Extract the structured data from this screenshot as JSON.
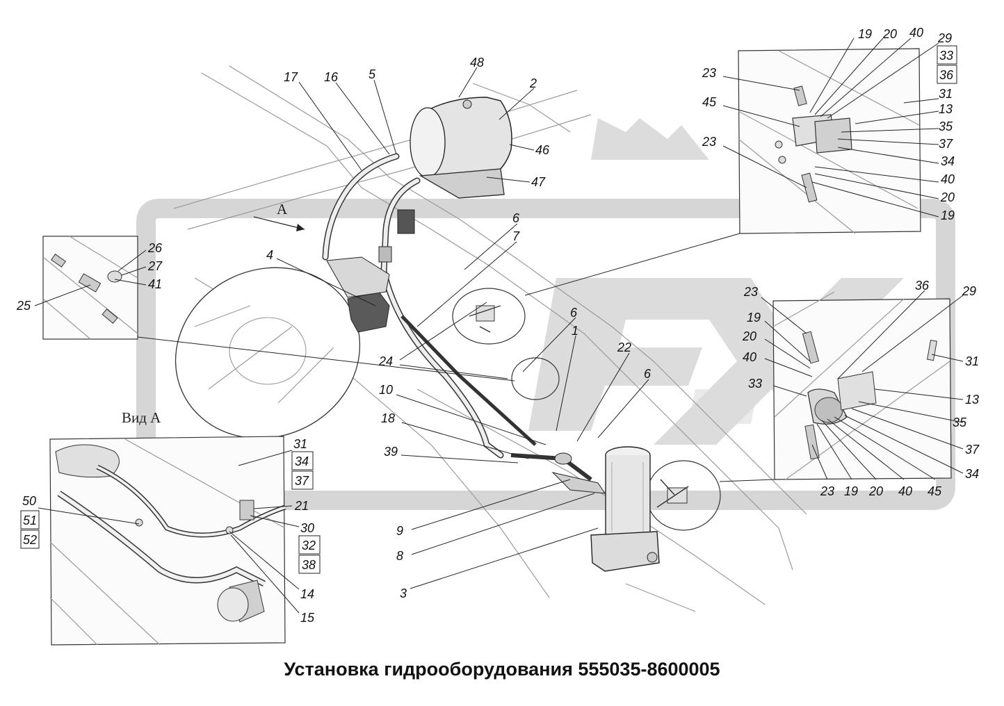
{
  "title": "Установка гидрооборудования 555035-8600005",
  "view_arrow_label": "А",
  "view_caption": "Вид А",
  "colors": {
    "watermark": "#d9d9d9",
    "line": "#222222",
    "part_fill": "#e8e8e8"
  },
  "main_labels": [
    "17",
    "16",
    "5",
    "48",
    "2",
    "46",
    "47",
    "4",
    "6",
    "7",
    "6",
    "1",
    "22",
    "6",
    "24",
    "10",
    "18",
    "39",
    "9",
    "8",
    "3"
  ],
  "inset_left_labels": [
    "26",
    "27",
    "41",
    "25"
  ],
  "inset_top_right_labels": [
    "19",
    "20",
    "40",
    "29",
    "23",
    "31",
    "45",
    "13",
    "35",
    "37",
    "23",
    "34",
    "40",
    "20",
    "19"
  ],
  "inset_top_right_boxed": [
    "33",
    "36"
  ],
  "inset_mid_right_labels": [
    "23",
    "36",
    "29",
    "19",
    "20",
    "40",
    "31",
    "33",
    "13",
    "35",
    "37",
    "34",
    "23",
    "19",
    "20",
    "40",
    "45"
  ],
  "inset_bottom_left_labels": [
    "31",
    "21",
    "30",
    "50",
    "14",
    "15"
  ],
  "inset_bottom_left_boxed": [
    "34",
    "37",
    "32",
    "38",
    "51",
    "52"
  ]
}
